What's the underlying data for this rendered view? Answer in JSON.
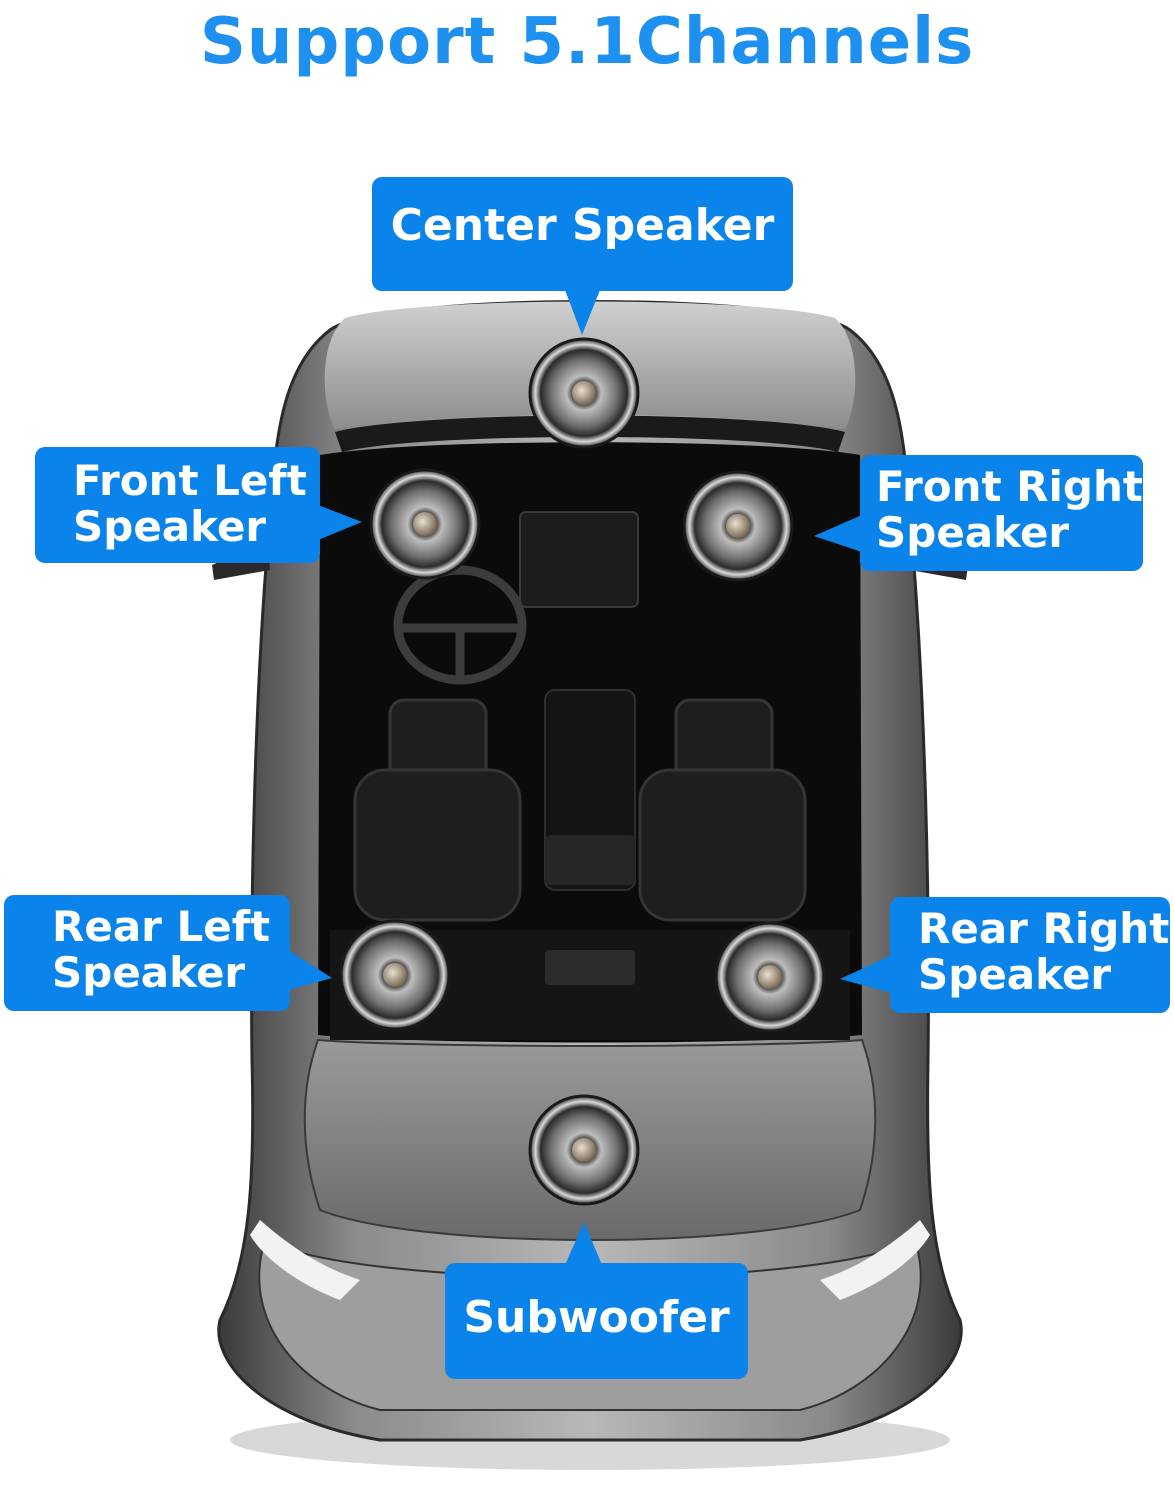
{
  "title": "Support 5.1Channels",
  "colors": {
    "title": "#1e90f0",
    "callout": "#0a84ea",
    "callout_text": "#ffffff",
    "car_body": "#7a7a7a"
  },
  "speakers": {
    "center": "Center Speaker",
    "front_left": "Front Left\nSpeaker",
    "front_right": "Front Right\nSpeaker",
    "rear_left": "Rear Left\nSpeaker",
    "rear_right": "Rear Right\nSpeaker",
    "subwoofer": "Subwoofer"
  }
}
